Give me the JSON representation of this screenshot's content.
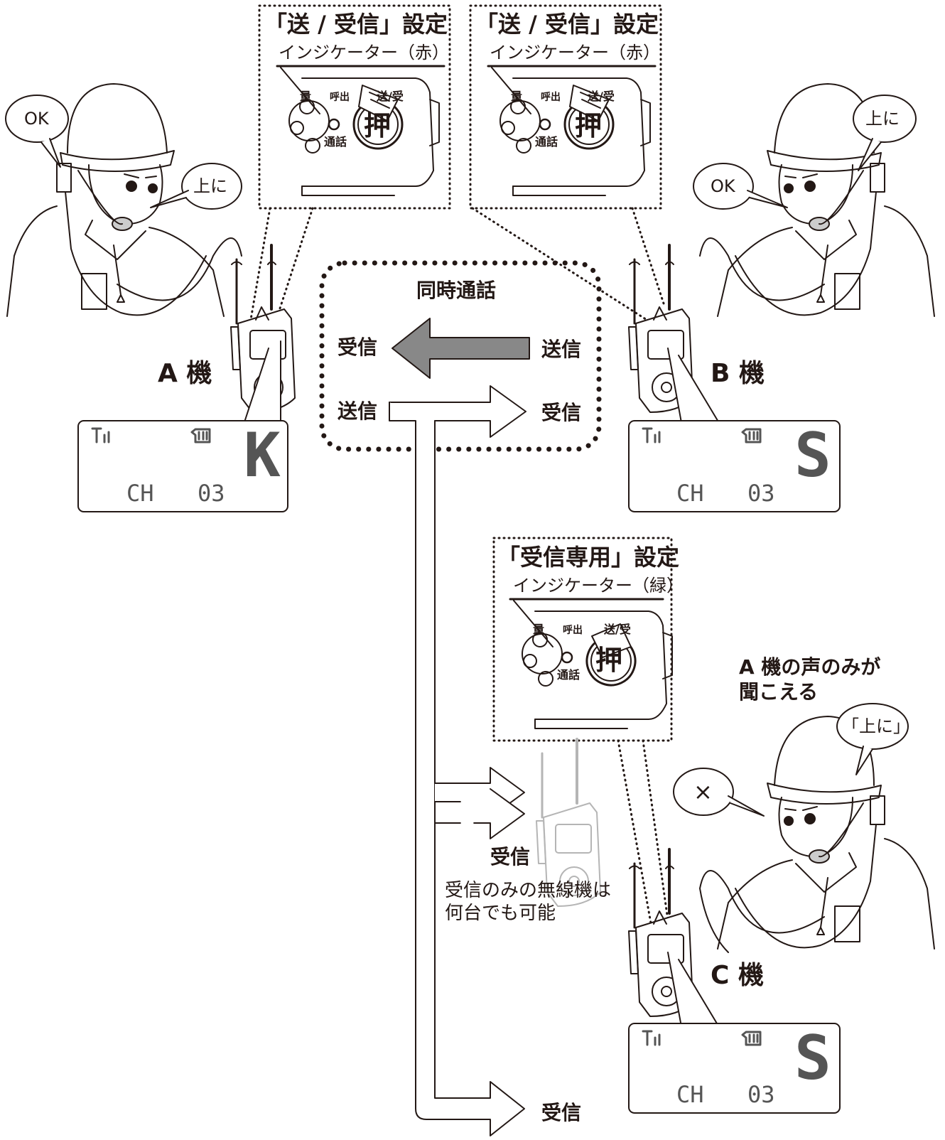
{
  "panels": {
    "a_b_setting": {
      "title": "「送 / 受信」設定",
      "indicator": "インジケーター（赤）",
      "labels": {
        "volume": "量",
        "call": "呼出",
        "send_recv": "送/受",
        "talk": "通話",
        "push": "押"
      }
    },
    "c_setting": {
      "title": "「受信専用」設定",
      "indicator": "インジケーター（緑）",
      "labels": {
        "volume": "量",
        "call": "呼出",
        "send_recv": "送/受",
        "talk": "通話",
        "push": "押"
      }
    }
  },
  "bubbles": {
    "a_left": "OK",
    "a_right": "上に",
    "b_left": "OK",
    "b_right": "上に",
    "c_left": "×",
    "c_right": "「上に」"
  },
  "devices": {
    "a": {
      "label": "A 機",
      "channel": "CH",
      "number": "03",
      "mode": "K"
    },
    "b": {
      "label": "B 機",
      "channel": "CH",
      "number": "03",
      "mode": "S"
    },
    "c": {
      "label": "C 機",
      "channel": "CH",
      "number": "03",
      "mode": "S"
    }
  },
  "center": {
    "title": "同時通話",
    "recv_left": "受信",
    "send_right": "送信",
    "send_left": "送信",
    "recv_right": "受信"
  },
  "extra": {
    "recv_label": "受信",
    "note_line1": "受信のみの無線機は",
    "note_line2": "何台でも可能",
    "bottom_recv": "受信",
    "c_hearing_line1": "A 機の声のみが",
    "c_hearing_line2": "聞こえる"
  },
  "colors": {
    "line": "#231815",
    "arrow_fill": "#888888",
    "faded": "#b5b5b5",
    "lcd_text": "#555555"
  }
}
